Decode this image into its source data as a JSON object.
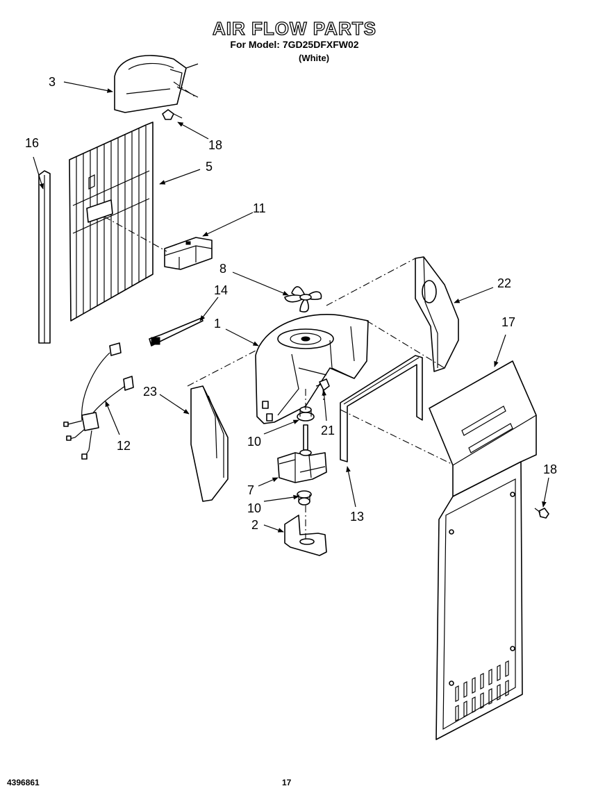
{
  "header": {
    "title": "AIR FLOW PARTS",
    "subtitle": "For Model: 7GD25DFXFW02",
    "variant": "(White)"
  },
  "footer": {
    "doc_number": "4396861",
    "page": "17"
  },
  "callouts": {
    "c1": "1",
    "c2": "2",
    "c3": "3",
    "c5": "5",
    "c7": "7",
    "c8": "8",
    "c10a": "10",
    "c10b": "10",
    "c11": "11",
    "c12": "12",
    "c13": "13",
    "c14": "14",
    "c16": "16",
    "c17": "17",
    "c18a": "18",
    "c18b": "18",
    "c21": "21",
    "c22": "22",
    "c23": "23"
  }
}
